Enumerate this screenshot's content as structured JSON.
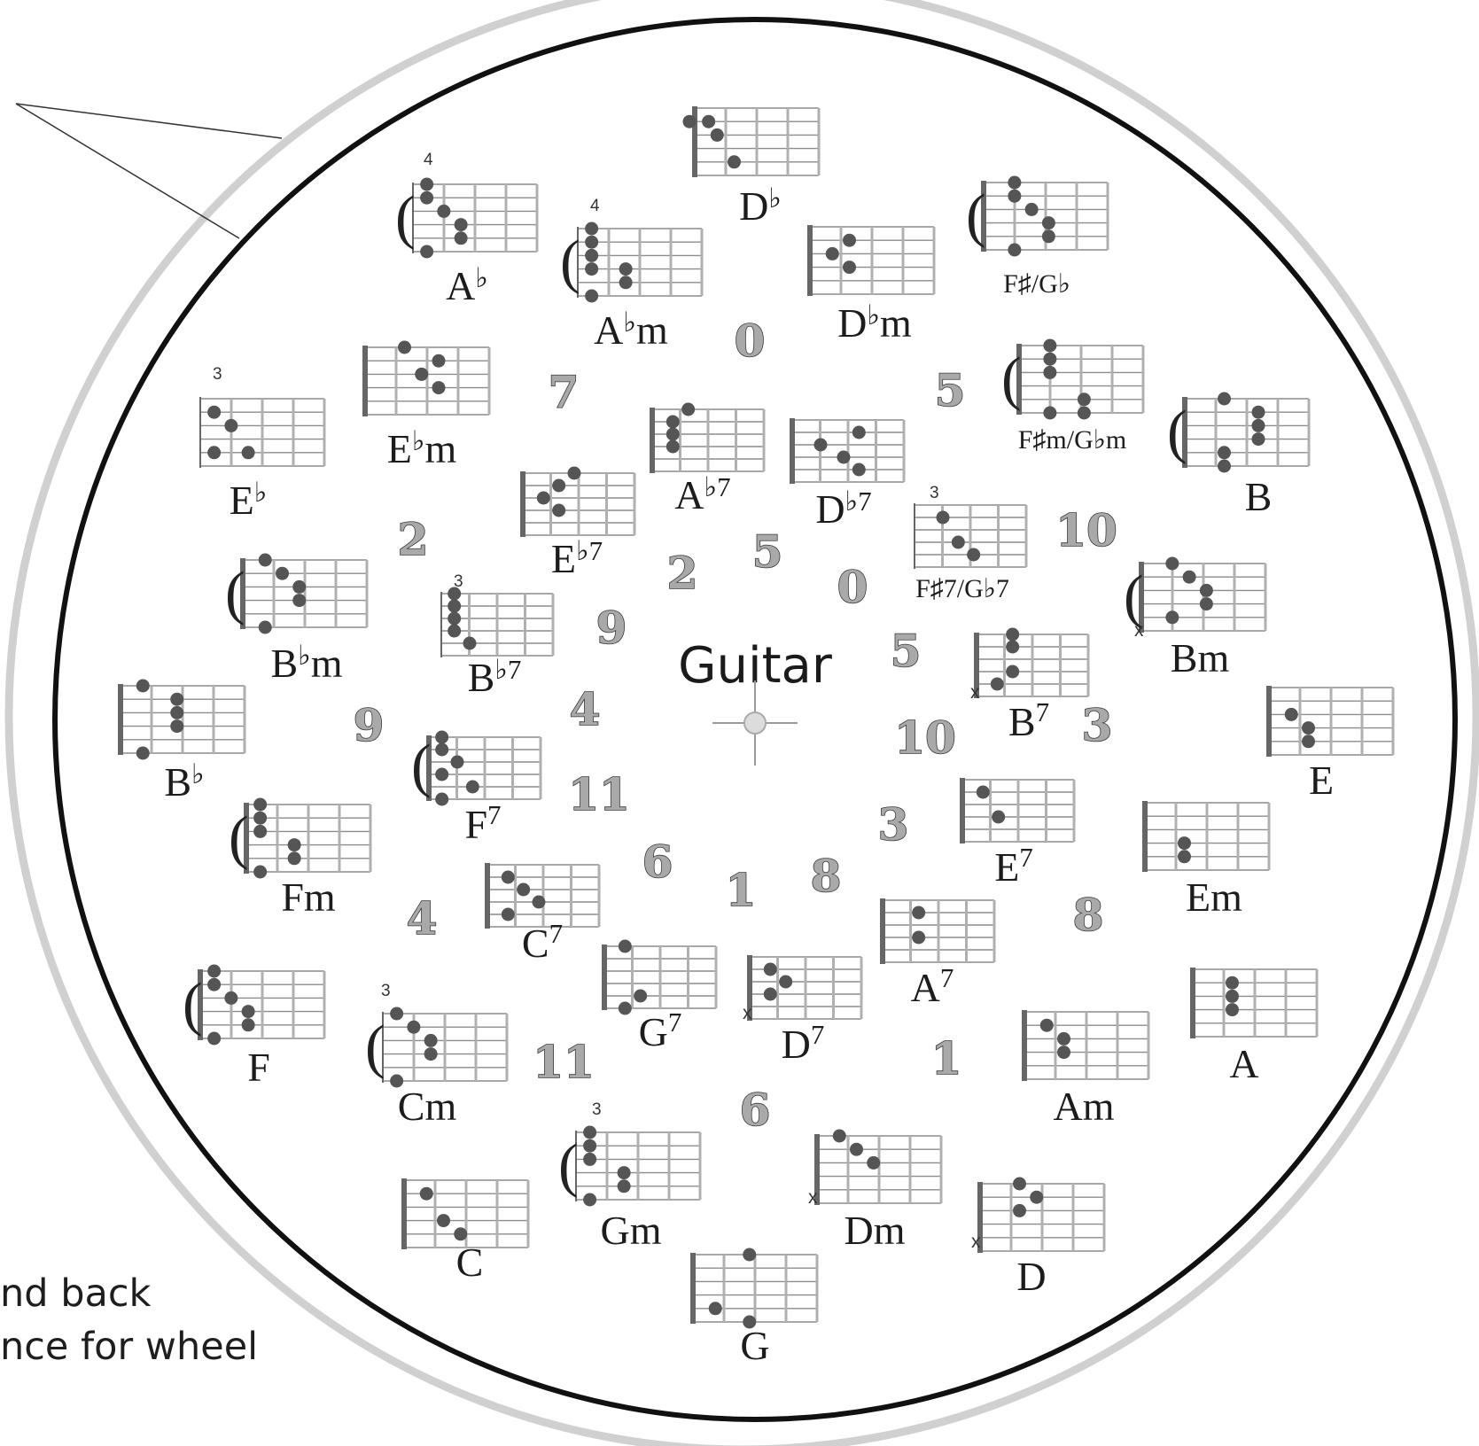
{
  "center_title": "Guitar",
  "side_note": {
    "line1": "nd back",
    "line2": "nce for wheel"
  },
  "colors": {
    "outer_ring": "#cfcfcf",
    "inner_ring": "#111111",
    "fret_line": "#a6a6a6",
    "dot": "#555555",
    "number_fill": "#a9a9a9",
    "crosshair": "#9a9a9a"
  },
  "chords": [
    {
      "id": "db",
      "root": "D",
      "acc": "♭",
      "suffix": "",
      "sup": ""
    },
    {
      "id": "ab",
      "root": "A",
      "acc": "♭",
      "suffix": "",
      "sup": "",
      "fret": "4"
    },
    {
      "id": "abm",
      "root": "A",
      "acc": "♭",
      "suffix": "m",
      "sup": "",
      "fret": "4"
    },
    {
      "id": "dbm",
      "root": "D",
      "acc": "♭",
      "suffix": "m",
      "sup": ""
    },
    {
      "id": "fsgb",
      "root": "F♯/G♭",
      "acc": "",
      "suffix": "",
      "sup": ""
    },
    {
      "id": "eb",
      "root": "E",
      "acc": "♭",
      "suffix": "",
      "sup": "",
      "fret": "3"
    },
    {
      "id": "ebm",
      "root": "E",
      "acc": "♭",
      "suffix": "m",
      "sup": ""
    },
    {
      "id": "ab7",
      "root": "A",
      "acc": "♭",
      "suffix": "",
      "sup": "7"
    },
    {
      "id": "db7",
      "root": "D",
      "acc": "♭",
      "suffix": "",
      "sup": "7"
    },
    {
      "id": "fsmgbm",
      "root": "F♯m/G♭m",
      "acc": "",
      "suffix": "",
      "sup": ""
    },
    {
      "id": "b",
      "root": "B",
      "acc": "",
      "suffix": "",
      "sup": ""
    },
    {
      "id": "eb7",
      "root": "E",
      "acc": "♭",
      "suffix": "",
      "sup": "7"
    },
    {
      "id": "fs7gb7",
      "root": "F♯7/G♭7",
      "acc": "",
      "suffix": "",
      "sup": "",
      "fret": "3"
    },
    {
      "id": "bbm",
      "root": "B",
      "acc": "♭",
      "suffix": "m",
      "sup": ""
    },
    {
      "id": "bb7",
      "root": "B",
      "acc": "♭",
      "suffix": "",
      "sup": "7",
      "fret": "3"
    },
    {
      "id": "bm",
      "root": "Bm",
      "acc": "",
      "suffix": "",
      "sup": "",
      "x": "x"
    },
    {
      "id": "b7",
      "root": "B",
      "acc": "",
      "suffix": "",
      "sup": "7",
      "x": "x"
    },
    {
      "id": "bb",
      "root": "B",
      "acc": "♭",
      "suffix": "",
      "sup": ""
    },
    {
      "id": "e",
      "root": "E",
      "acc": "",
      "suffix": "",
      "sup": ""
    },
    {
      "id": "f7",
      "root": "F",
      "acc": "",
      "suffix": "",
      "sup": "7"
    },
    {
      "id": "e7",
      "root": "E",
      "acc": "",
      "suffix": "",
      "sup": "7"
    },
    {
      "id": "fm",
      "root": "Fm",
      "acc": "",
      "suffix": "",
      "sup": ""
    },
    {
      "id": "em",
      "root": "Em",
      "acc": "",
      "suffix": "",
      "sup": ""
    },
    {
      "id": "c7",
      "root": "C",
      "acc": "",
      "suffix": "",
      "sup": "7"
    },
    {
      "id": "a7",
      "root": "A",
      "acc": "",
      "suffix": "",
      "sup": "7"
    },
    {
      "id": "g7",
      "root": "G",
      "acc": "",
      "suffix": "",
      "sup": "7"
    },
    {
      "id": "d7",
      "root": "D",
      "acc": "",
      "suffix": "",
      "sup": "7",
      "x": "x"
    },
    {
      "id": "a",
      "root": "A",
      "acc": "",
      "suffix": "",
      "sup": ""
    },
    {
      "id": "f",
      "root": "F",
      "acc": "",
      "suffix": "",
      "sup": ""
    },
    {
      "id": "cm",
      "root": "Cm",
      "acc": "",
      "suffix": "",
      "sup": "",
      "fret": "3"
    },
    {
      "id": "am",
      "root": "Am",
      "acc": "",
      "suffix": "",
      "sup": ""
    },
    {
      "id": "gm",
      "root": "Gm",
      "acc": "",
      "suffix": "",
      "sup": "",
      "fret": "3"
    },
    {
      "id": "dm",
      "root": "Dm",
      "acc": "",
      "suffix": "",
      "sup": "",
      "x": "x"
    },
    {
      "id": "c",
      "root": "C",
      "acc": "",
      "suffix": "",
      "sup": ""
    },
    {
      "id": "d",
      "root": "D",
      "acc": "",
      "suffix": "",
      "sup": "",
      "x": "x"
    },
    {
      "id": "g",
      "root": "G",
      "acc": "",
      "suffix": "",
      "sup": ""
    }
  ],
  "numbers": [
    "0",
    "5",
    "10",
    "3",
    "8",
    "1",
    "6",
    "11",
    "4",
    "9",
    "2",
    "7",
    "0",
    "5",
    "10",
    "3",
    "8",
    "1",
    "6",
    "11",
    "4",
    "9",
    "2",
    "5"
  ]
}
